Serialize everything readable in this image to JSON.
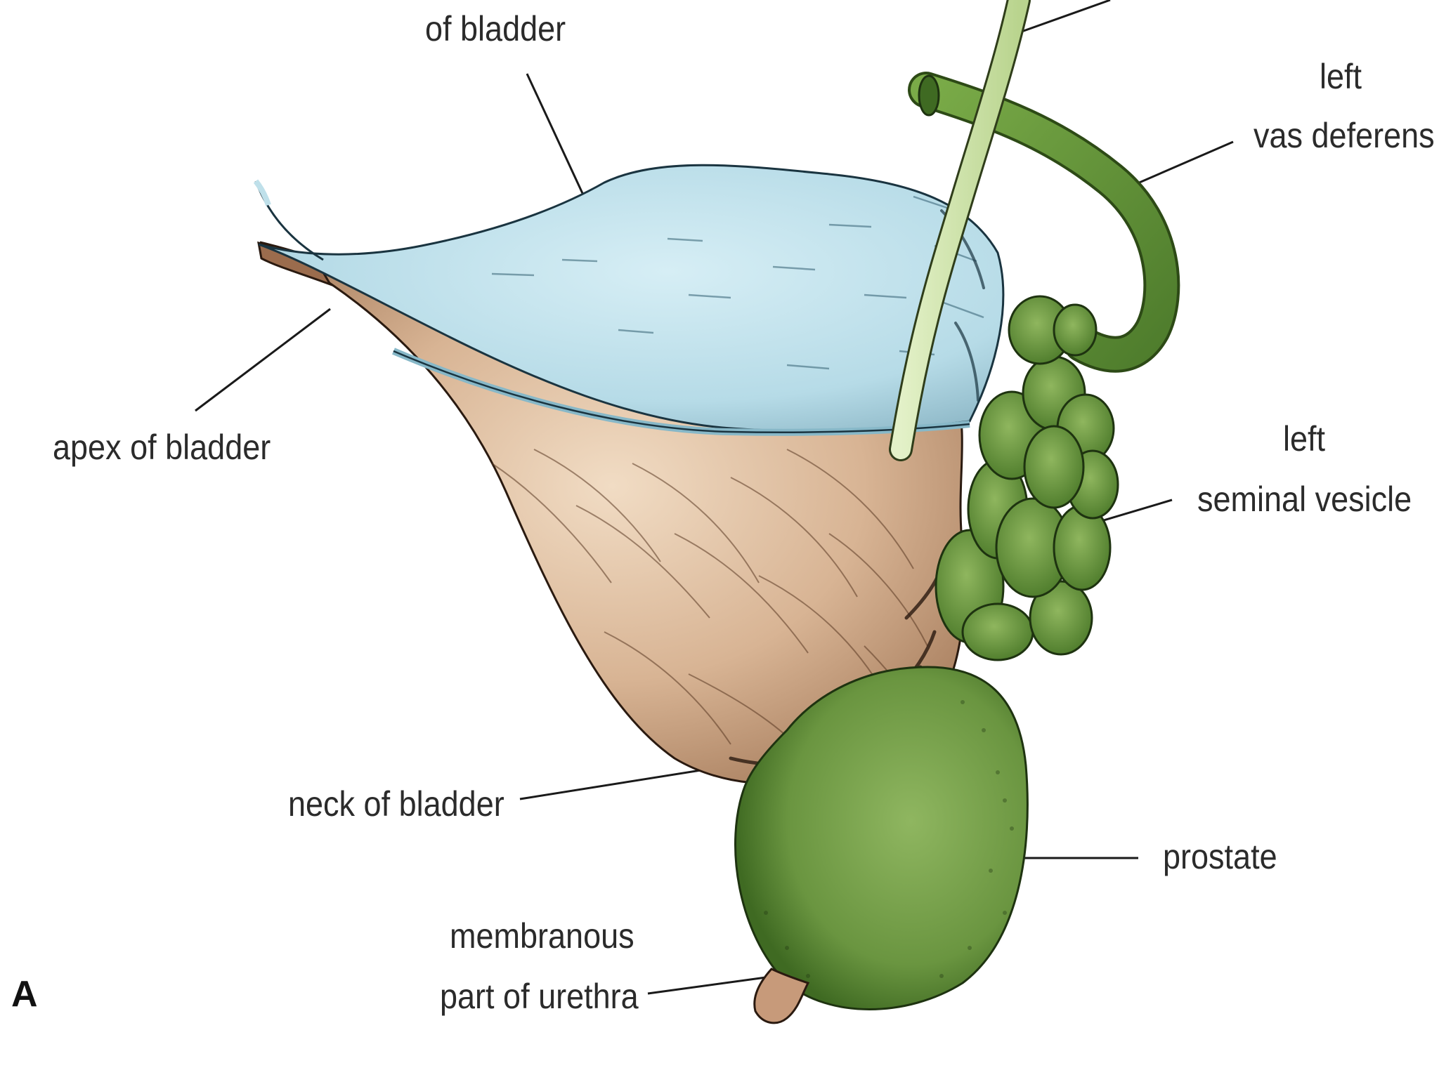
{
  "figure": {
    "panel_letter": "A",
    "labels": {
      "superior_surface_partial": "of bladder",
      "apex": "apex of bladder",
      "vas_deferens_line1": "left",
      "vas_deferens_line2": "vas deferens",
      "seminal_vesicle_line1": "left",
      "seminal_vesicle_line2": "seminal vesicle",
      "neck": "neck of bladder",
      "prostate": "prostate",
      "urethra_line1": "membranous",
      "urethra_line2": "part of urethra"
    },
    "colors": {
      "bladder_top": "#bfe0ea",
      "bladder_body": "#d9b596",
      "seminal_vesicle": "#6f9a3e",
      "prostate": "#6d9640",
      "vas_deferens": "#6a9a3c",
      "ureter": "#cfe6a6",
      "urethra": "#c79a7a",
      "leader_line": "#1a1a1a"
    }
  }
}
